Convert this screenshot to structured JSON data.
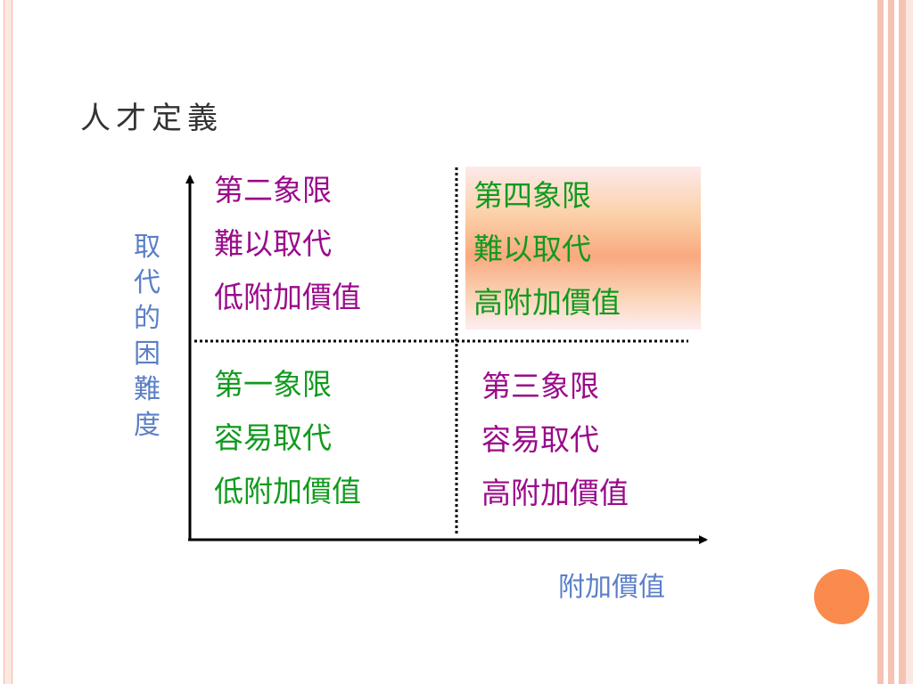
{
  "title": "人才定義",
  "axes": {
    "y_label": "取代的困難度",
    "x_label": "附加價值"
  },
  "quadrants": {
    "q2": {
      "name": "第二象限",
      "difficulty": "難以取代",
      "value": "低附加價值"
    },
    "q4": {
      "name": "第四象限",
      "difficulty": "難以取代",
      "value": "高附加價值"
    },
    "q1": {
      "name": "第一象限",
      "difficulty": "容易取代",
      "value": "低附加價值"
    },
    "q3": {
      "name": "第三象限",
      "difficulty": "容易取代",
      "value": "高附加價值"
    }
  },
  "colors": {
    "purple": "#9a0a8a",
    "green": "#119a1e",
    "axis_label": "#5b7fc7",
    "accent_orange": "#fb8a4d"
  }
}
